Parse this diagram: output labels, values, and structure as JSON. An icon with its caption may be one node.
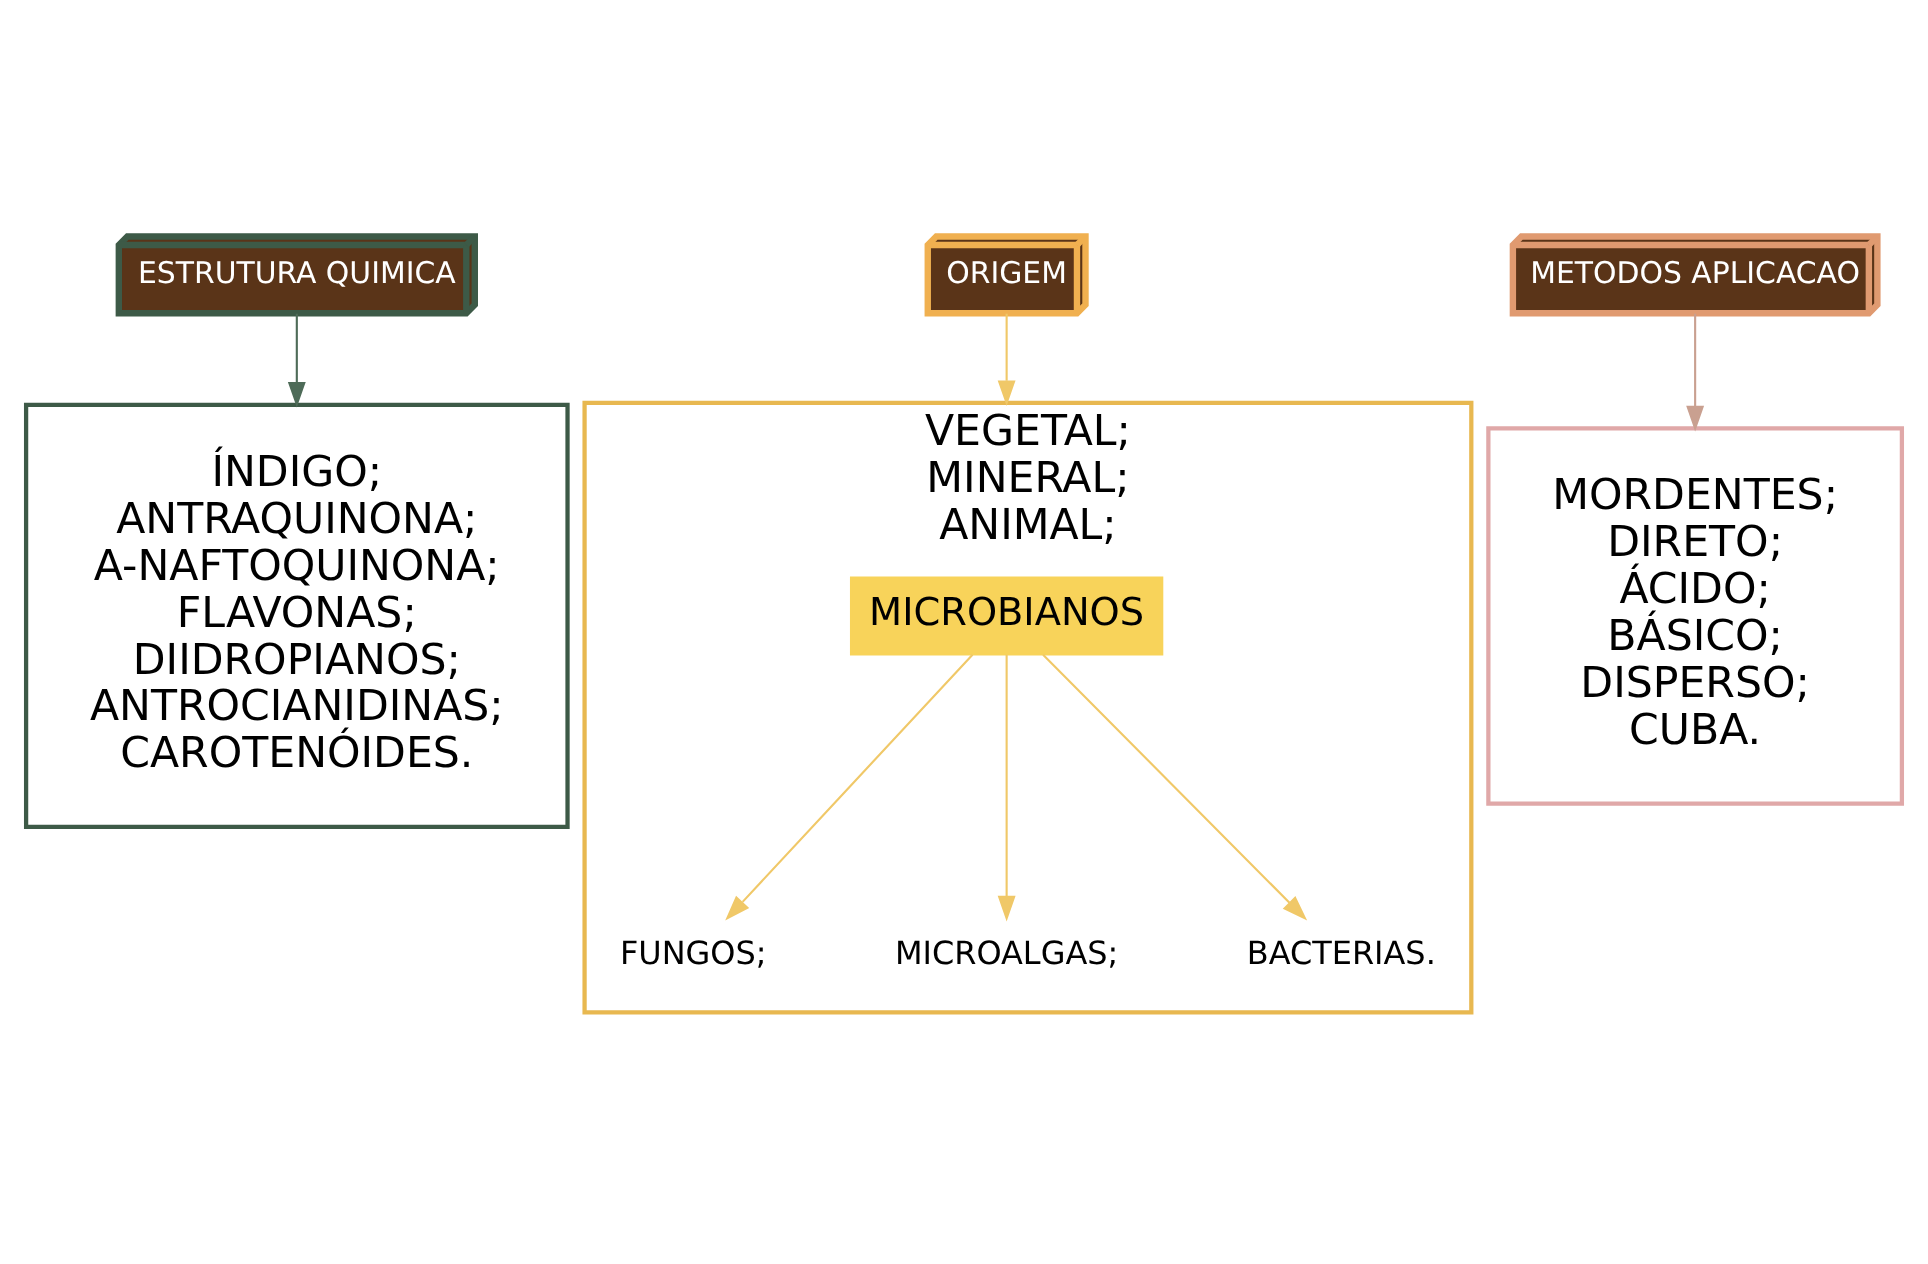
{
  "diagram": {
    "nodes": [
      {
        "text": [
          "ESTRUTURA QUIMICA"
        ]
      },
      {
        "text": [
          "ÍNDIGO;",
          "ANTRAQUINONA;",
          "A-NAFTOQUINONA;",
          "FLAVONAS;",
          "DIIDROPIANOS;",
          "ANTROCIANIDINAS;",
          "CAROTENÓIDES."
        ]
      },
      {
        "text": [
          "ORIGEM"
        ]
      },
      {
        "text": [
          "VEGETAL;",
          "MINERAL;",
          "ANIMAL;"
        ]
      },
      {
        "text": [
          "MICROBIANOS"
        ],
        "in": 3
      },
      {
        "text": [
          "FUNGOS;"
        ],
        "in": 3
      },
      {
        "text": [
          "MICROALGAS;"
        ],
        "in": 3
      },
      {
        "text": [
          "BACTERIAS."
        ],
        "in": 3
      },
      {
        "text": [
          "METODOS APLICACAO"
        ]
      },
      {
        "text": [
          "MORDENTES;",
          "DIRETO;",
          "ÁCIDO;",
          "BÁSICO;",
          "DISPERSO;",
          "CUBA."
        ]
      }
    ],
    "edges": [
      {
        "from": 0,
        "to": 1,
        "arrow": "to",
        "color": "#4e6b58"
      },
      {
        "from": 2,
        "to": 3,
        "arrow": "to",
        "color": "#f0c868"
      },
      {
        "from": 4,
        "to": 5,
        "arrow": "to",
        "color": "#f0c868"
      },
      {
        "from": 4,
        "to": 6,
        "arrow": "to",
        "color": "#f0c868"
      },
      {
        "from": 4,
        "to": 7,
        "arrow": "to",
        "color": "#f0c868"
      },
      {
        "from": 8,
        "to": 9,
        "arrow": "to",
        "color": "#c9a090"
      }
    ]
  }
}
